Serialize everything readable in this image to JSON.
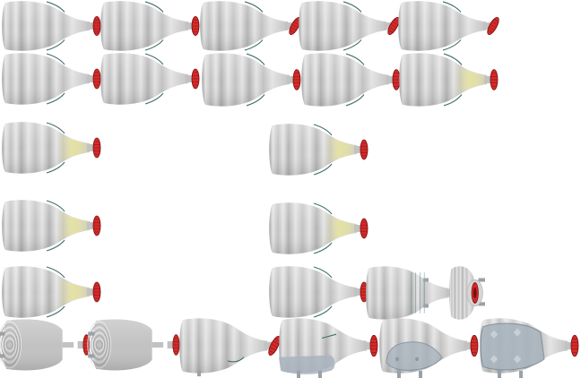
{
  "sheet": {
    "kind": "sprite-sheet",
    "subject": "rocket-body",
    "colors": {
      "hull_light": "#e4e4e4",
      "hull_mid": "#c2c2c2",
      "hull_dark": "#a4a4a4",
      "hull_stripe": "#b4b4b4",
      "outline_teal": "#3f6e6c",
      "nozzle_red": "#d42a2a",
      "nozzle_dark": "#7a1010",
      "exhaust_glow": "#e4e19a",
      "armor_blue": "#a9b4bd",
      "strut_grey": "#9aa2a8"
    },
    "rows": [
      {
        "row": 1,
        "frames": [
          {
            "variant": "side",
            "glow": false,
            "nozzle": "straight"
          },
          {
            "variant": "side",
            "glow": false,
            "nozzle": "straight"
          },
          {
            "variant": "side",
            "glow": false,
            "nozzle": "tilted"
          },
          {
            "variant": "side",
            "glow": false,
            "nozzle": "tilted"
          },
          {
            "variant": "side",
            "glow": false,
            "nozzle": "tilted"
          }
        ]
      },
      {
        "row": 2,
        "frames": [
          {
            "variant": "side",
            "glow": false,
            "nozzle": "straight"
          },
          {
            "variant": "side",
            "glow": false,
            "nozzle": "straight"
          },
          {
            "variant": "side",
            "glow": false,
            "nozzle": "straight"
          },
          {
            "variant": "side",
            "glow": false,
            "nozzle": "straight"
          },
          {
            "variant": "side",
            "glow": true,
            "nozzle": "straight"
          }
        ]
      },
      {
        "row": 3,
        "frames": [
          {
            "variant": "side",
            "glow": true,
            "nozzle": "straight"
          },
          {
            "variant": "side",
            "glow": true,
            "nozzle": "straight"
          }
        ]
      },
      {
        "row": 4,
        "frames": [
          {
            "variant": "side",
            "glow": true,
            "nozzle": "straight"
          },
          {
            "variant": "side",
            "glow": true,
            "nozzle": "straight"
          }
        ]
      },
      {
        "row": 5,
        "frames": [
          {
            "variant": "side",
            "glow": true,
            "nozzle": "straight"
          },
          {
            "variant": "side",
            "glow": false,
            "nozzle": "straight"
          },
          {
            "variant": "ribbed",
            "glow": false,
            "nozzle": "straight"
          },
          {
            "variant": "rear",
            "glow": false,
            "nozzle": "front"
          }
        ]
      },
      {
        "row": 6,
        "frames": [
          {
            "variant": "top-ringed",
            "glow": false,
            "nozzle": "straight"
          },
          {
            "variant": "top-ringed",
            "glow": false,
            "nozzle": "straight"
          },
          {
            "variant": "legged",
            "glow": false,
            "nozzle": "tilted"
          },
          {
            "variant": "armored",
            "glow": false,
            "nozzle": "straight"
          },
          {
            "variant": "armored-2",
            "glow": false,
            "nozzle": "straight"
          },
          {
            "variant": "armored-3",
            "glow": false,
            "nozzle": "straight"
          }
        ]
      }
    ]
  }
}
